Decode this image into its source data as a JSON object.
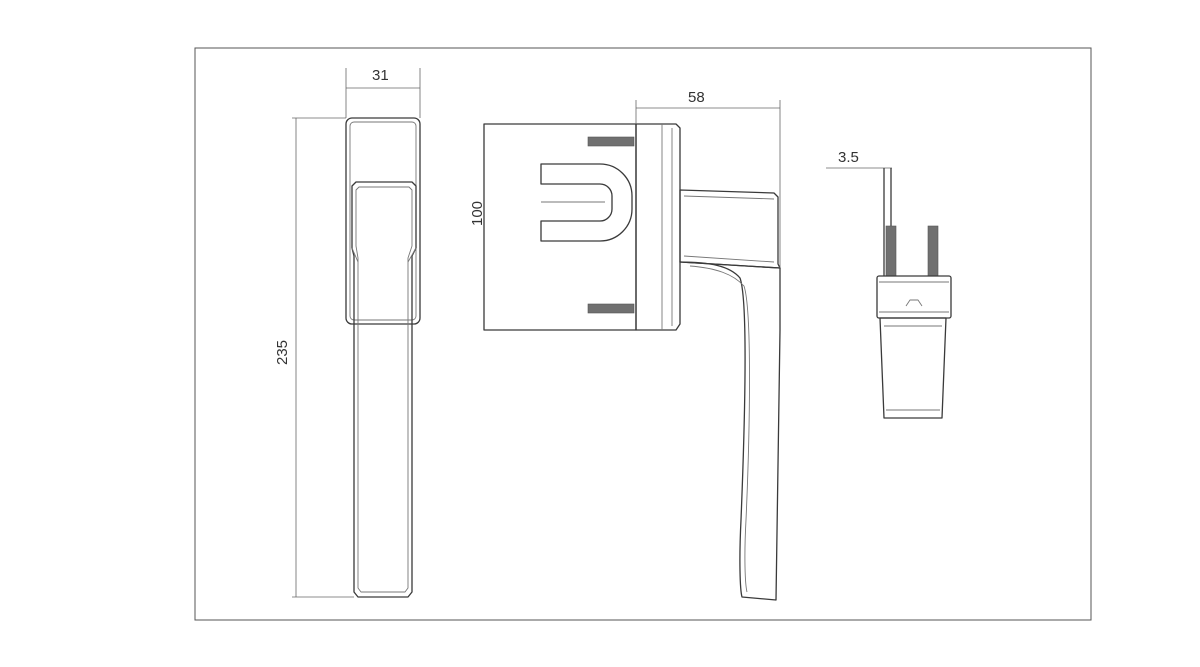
{
  "drawing": {
    "dimensions": {
      "width": "31",
      "height": "235",
      "base_height": "100",
      "projection": "58",
      "offset": "3.5"
    }
  },
  "colors": {
    "outline": "#3a3a3a",
    "thread": "#707070",
    "frame": "#555555"
  }
}
